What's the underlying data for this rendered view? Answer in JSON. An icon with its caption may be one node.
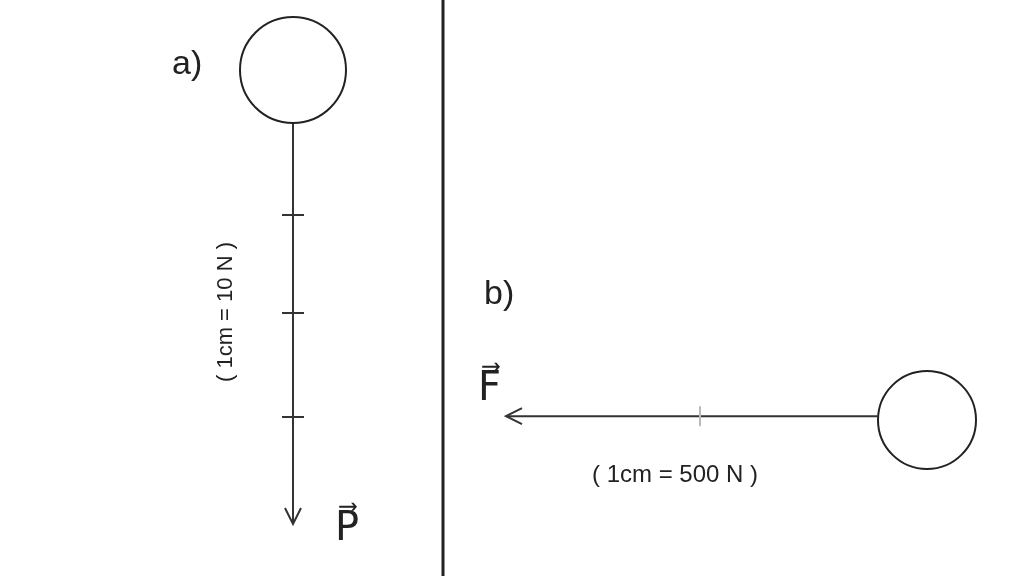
{
  "diagram": {
    "nodes": [
      {
        "text": [],
        "shape": "circle"
      },
      {
        "text": [
          "F⃗"
        ]
      },
      {
        "text": [],
        "shape": "circle"
      }
    ],
    "edges": [
      {
        "from": 0,
        "to": null,
        "arrow": "to"
      },
      {
        "from": 2,
        "to": 1,
        "arrow": "to"
      }
    ],
    "labels": [
      "a)",
      "( 1cm = 10 N )",
      "P⃗",
      "b)",
      "( 1cm = 500 N )"
    ]
  }
}
